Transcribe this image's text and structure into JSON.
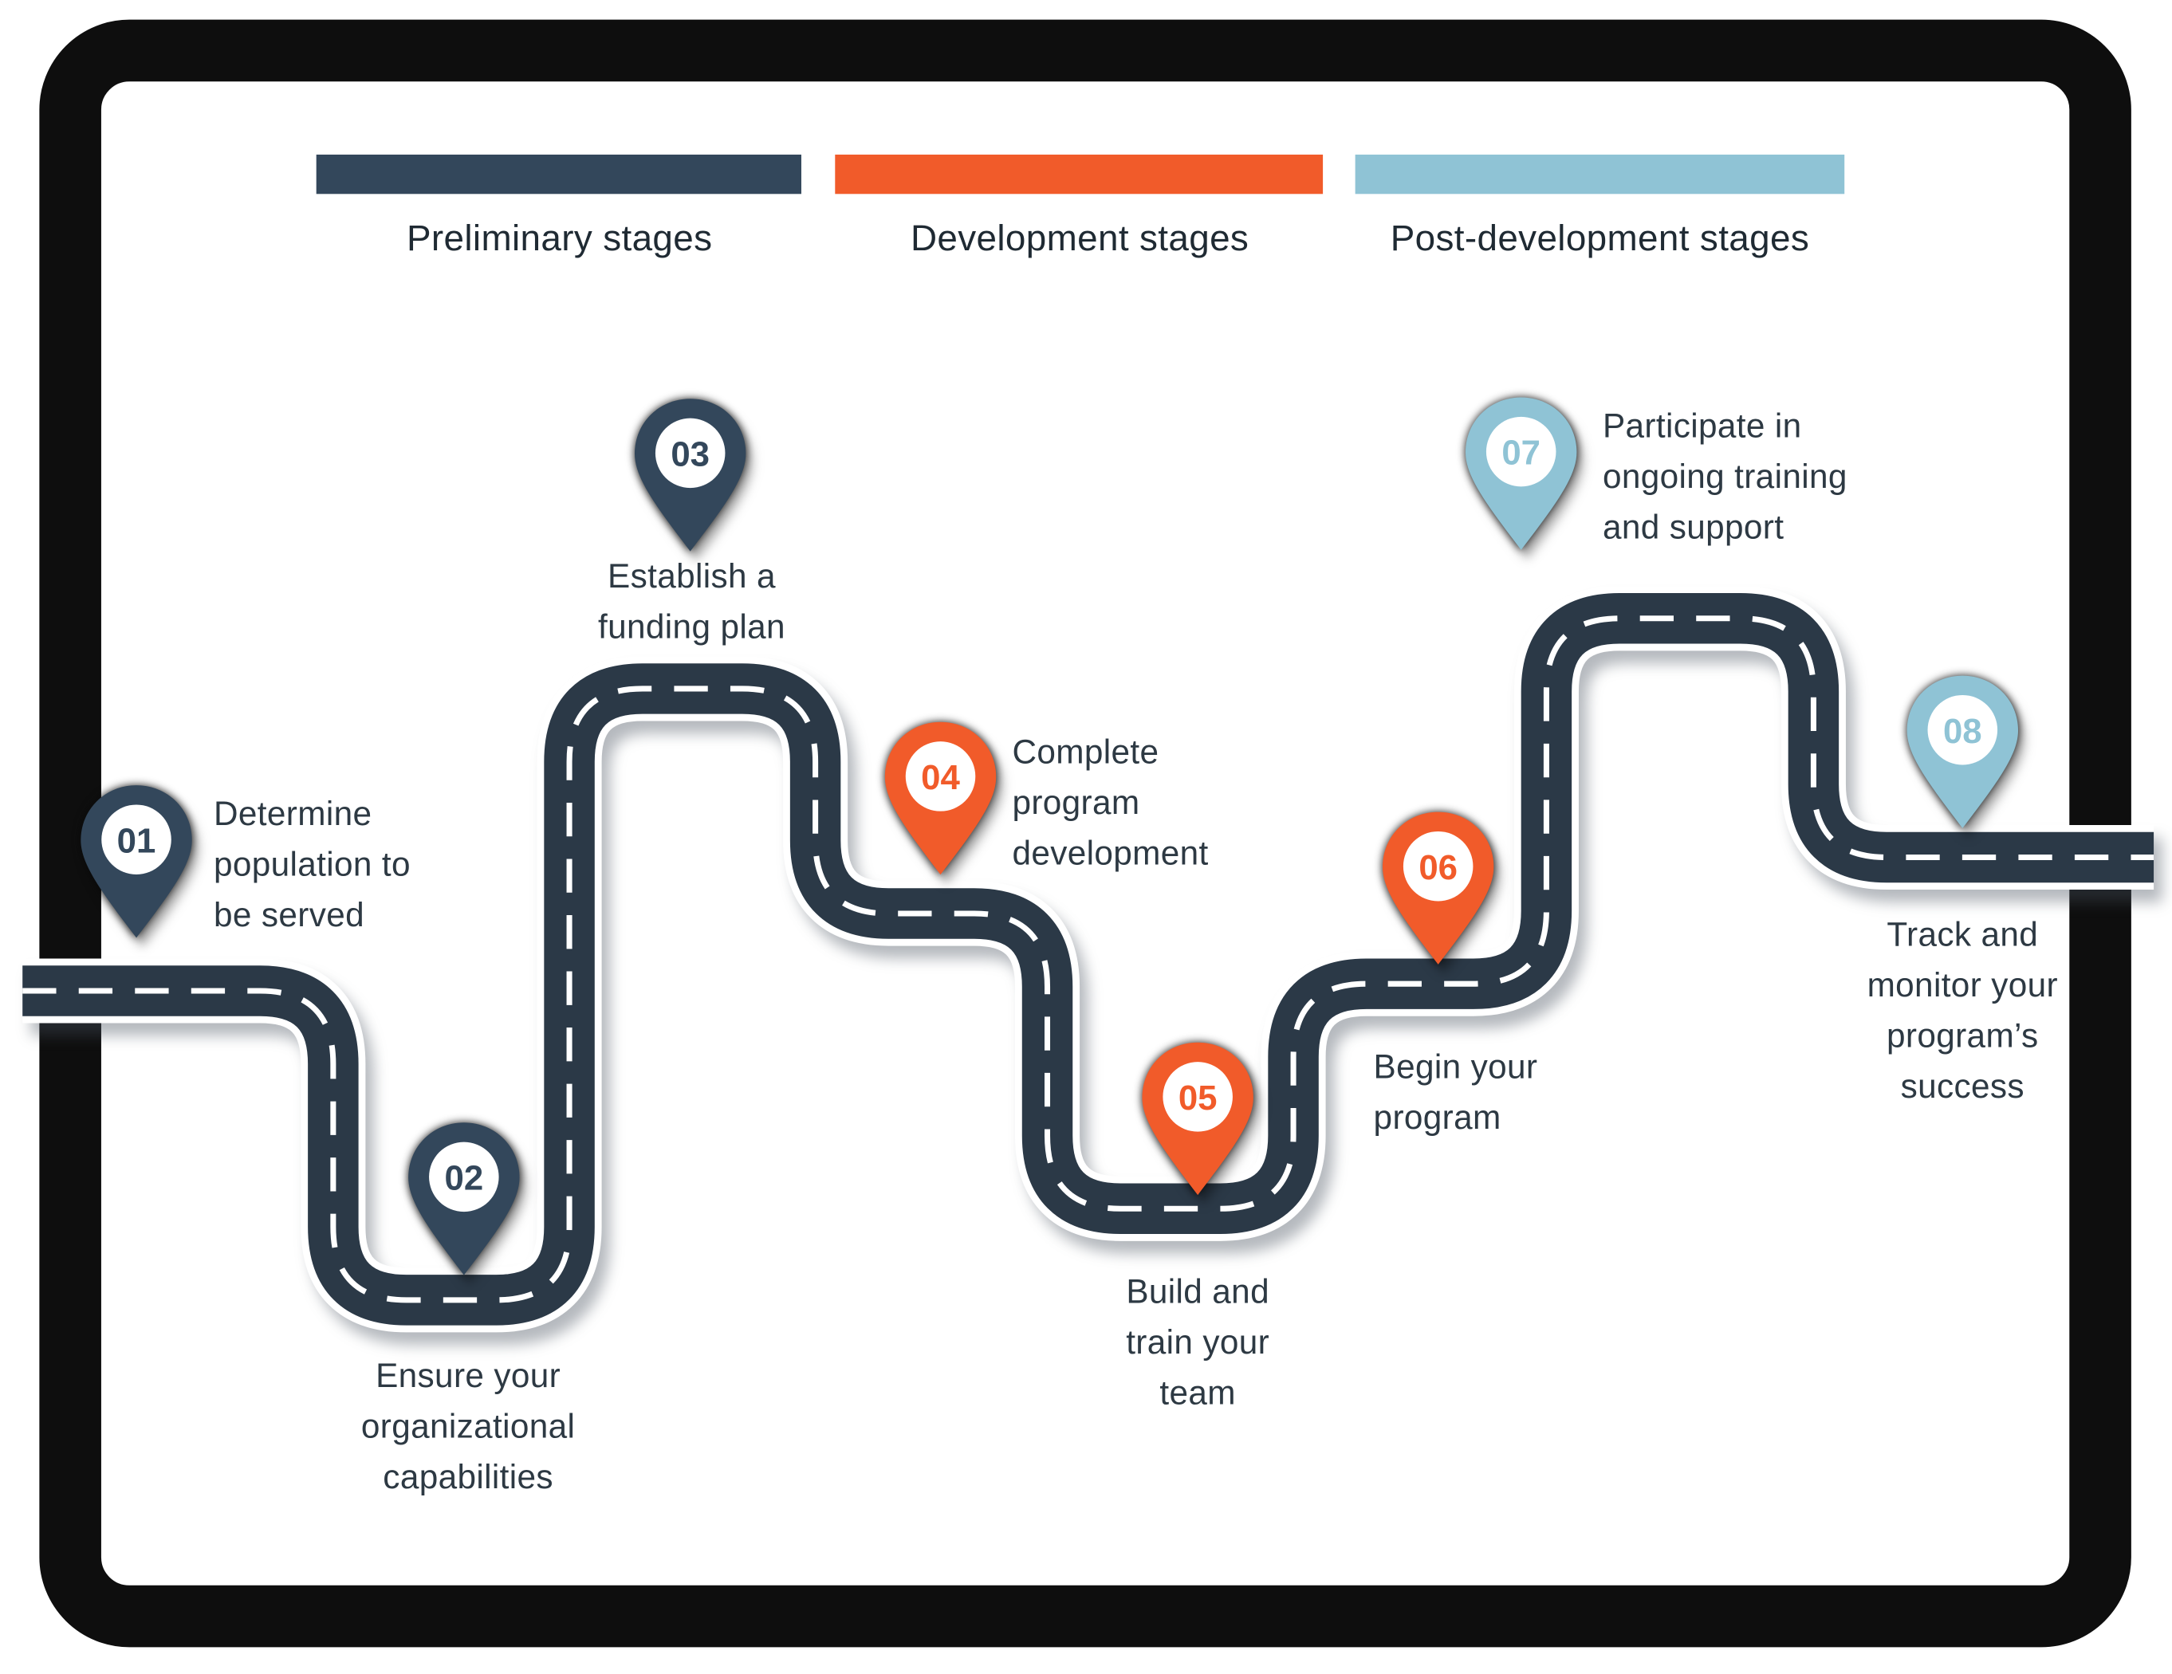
{
  "legend": {
    "items": [
      {
        "label": "Preliminary stages",
        "color": "#33475b"
      },
      {
        "label": "Development stages",
        "color": "#f15b2a"
      },
      {
        "label": "Post-development stages",
        "color": "#8fc3d5"
      }
    ]
  },
  "stages": [
    {
      "number": "01",
      "color": "#33475b",
      "group": "Preliminary stages",
      "label": "Determine population to be served",
      "lines": [
        "Determine",
        "population to",
        "be served"
      ]
    },
    {
      "number": "02",
      "color": "#33475b",
      "group": "Preliminary stages",
      "label": "Ensure your organizational capabilities",
      "lines": [
        "Ensure your",
        "organizational",
        "capabilities"
      ]
    },
    {
      "number": "03",
      "color": "#33475b",
      "group": "Preliminary stages",
      "label": "Establish a funding plan",
      "lines": [
        "Establish a",
        "funding plan"
      ]
    },
    {
      "number": "04",
      "color": "#f15b2a",
      "group": "Development stages",
      "label": "Complete program development",
      "lines": [
        "Complete",
        "program",
        "development"
      ]
    },
    {
      "number": "05",
      "color": "#f15b2a",
      "group": "Development stages",
      "label": "Build and train your team",
      "lines": [
        "Build and",
        "train your",
        "team"
      ]
    },
    {
      "number": "06",
      "color": "#f15b2a",
      "group": "Development stages",
      "label": "Begin your program",
      "lines": [
        "Begin your",
        "program"
      ]
    },
    {
      "number": "07",
      "color": "#8fc3d5",
      "group": "Post-development stages",
      "label": "Participate in ongoing training and support",
      "lines": [
        "Participate in",
        "ongoing training",
        "and support"
      ]
    },
    {
      "number": "08",
      "color": "#8fc3d5",
      "group": "Post-development stages",
      "label": "Track and monitor your program's success",
      "lines": [
        "Track and",
        "monitor your",
        "program’s",
        "success"
      ]
    }
  ],
  "colors": {
    "road": "#2b3947",
    "road_centerline": "#ffffff",
    "frame": "#0e0e0e",
    "background": "#ffffff",
    "text": "#2d3943"
  }
}
